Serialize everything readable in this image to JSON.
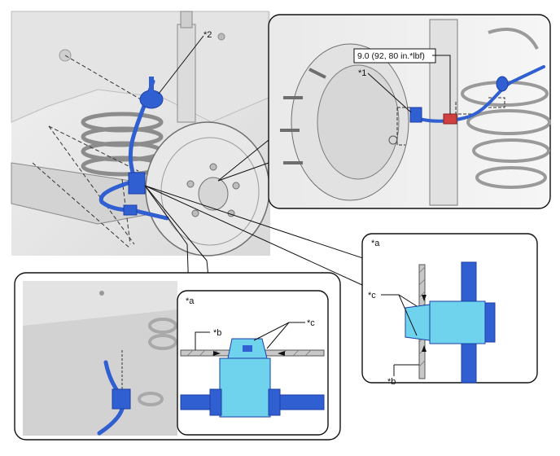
{
  "labels": {
    "main_part_2": "*2",
    "inset_part_1": "*1",
    "torque": "9.0 (92, 80 in.*lbf)",
    "detail_right_a": "*a",
    "detail_right_b": "*b",
    "detail_right_c": "*c",
    "detail_bottom_a": "*a",
    "detail_bottom_b": "*b",
    "detail_bottom_c": "*c"
  },
  "colors": {
    "hose": "#2f5fd0",
    "clip_light": "#6fd3ee",
    "clip_dark": "#1e3fa8",
    "bracket": "#d04040",
    "line_art": "#5a5a5a",
    "background_gray": "#e6e6e6"
  }
}
